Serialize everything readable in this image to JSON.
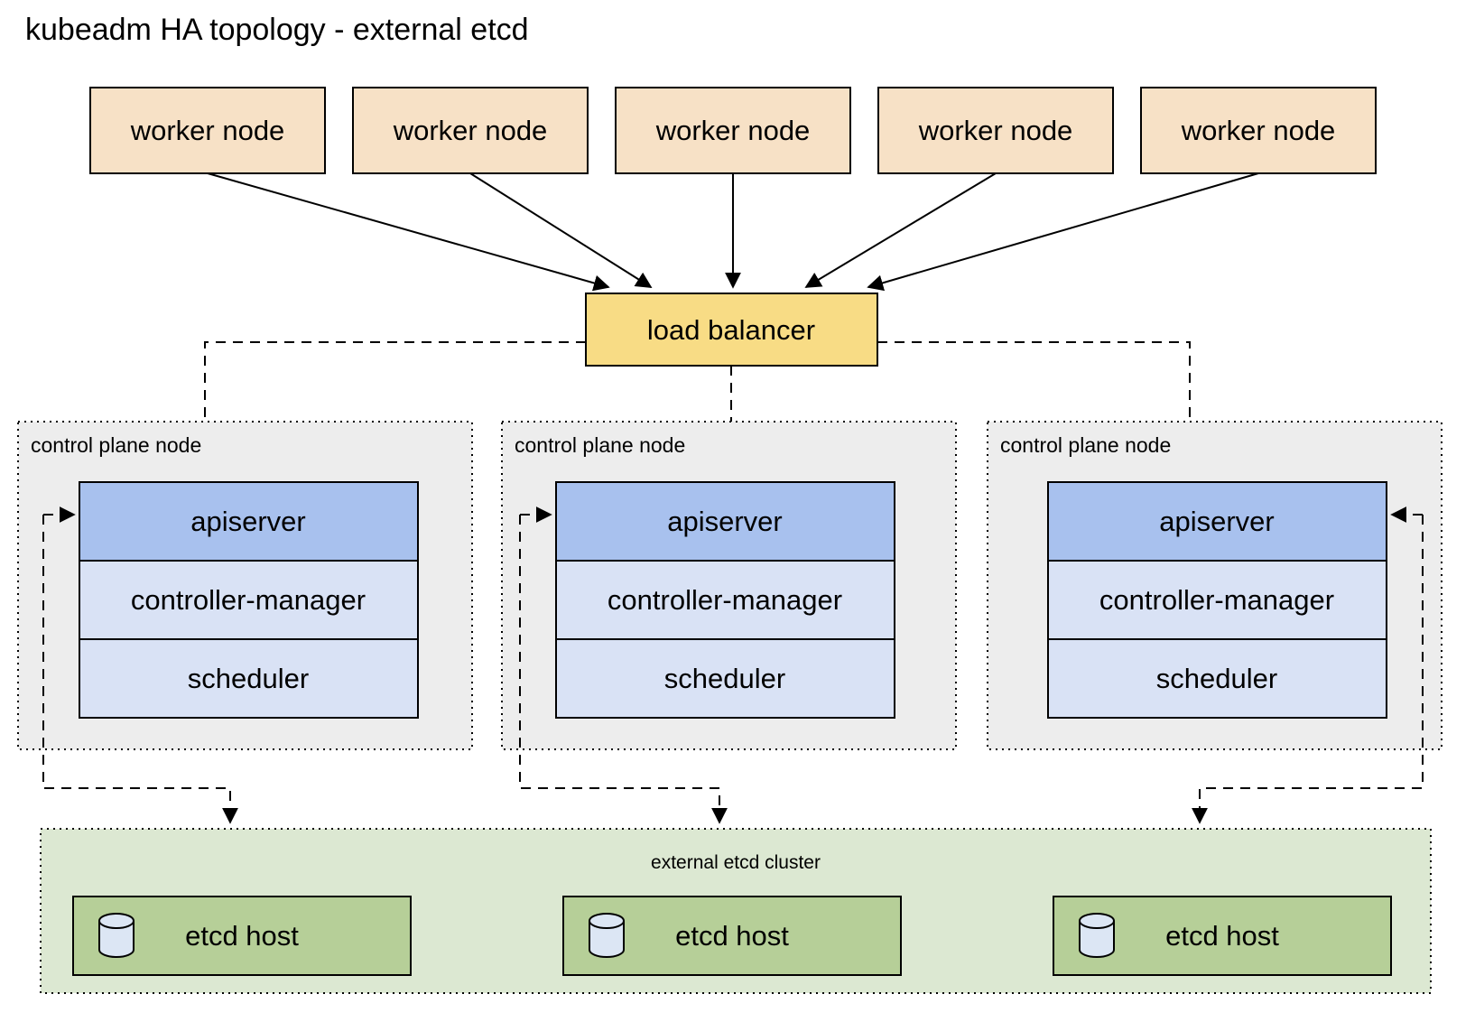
{
  "title": "kubeadm HA topology - external etcd",
  "workers": {
    "labels": [
      "worker node",
      "worker node",
      "worker node",
      "worker node",
      "worker node"
    ]
  },
  "load_balancer": {
    "label": "load balancer"
  },
  "control_plane": {
    "node_label": "control plane node",
    "components": [
      "apiserver",
      "controller-manager",
      "scheduler"
    ]
  },
  "etcd": {
    "cluster_label": "external etcd cluster",
    "host_label": "etcd host"
  },
  "icons": {
    "database_cylinder": "database-cylinder-icon"
  },
  "colors": {
    "worker_fill": "#f7e1c6",
    "load_balancer_fill": "#f8dc85",
    "node_fill": "#ededed",
    "apiserver_fill": "#a8c1ee",
    "component_fill": "#d9e2f5",
    "etcd_cluster_fill": "#dce8d2",
    "etcd_host_fill": "#b6cf98",
    "cylinder_fill": "#dce6f4"
  }
}
